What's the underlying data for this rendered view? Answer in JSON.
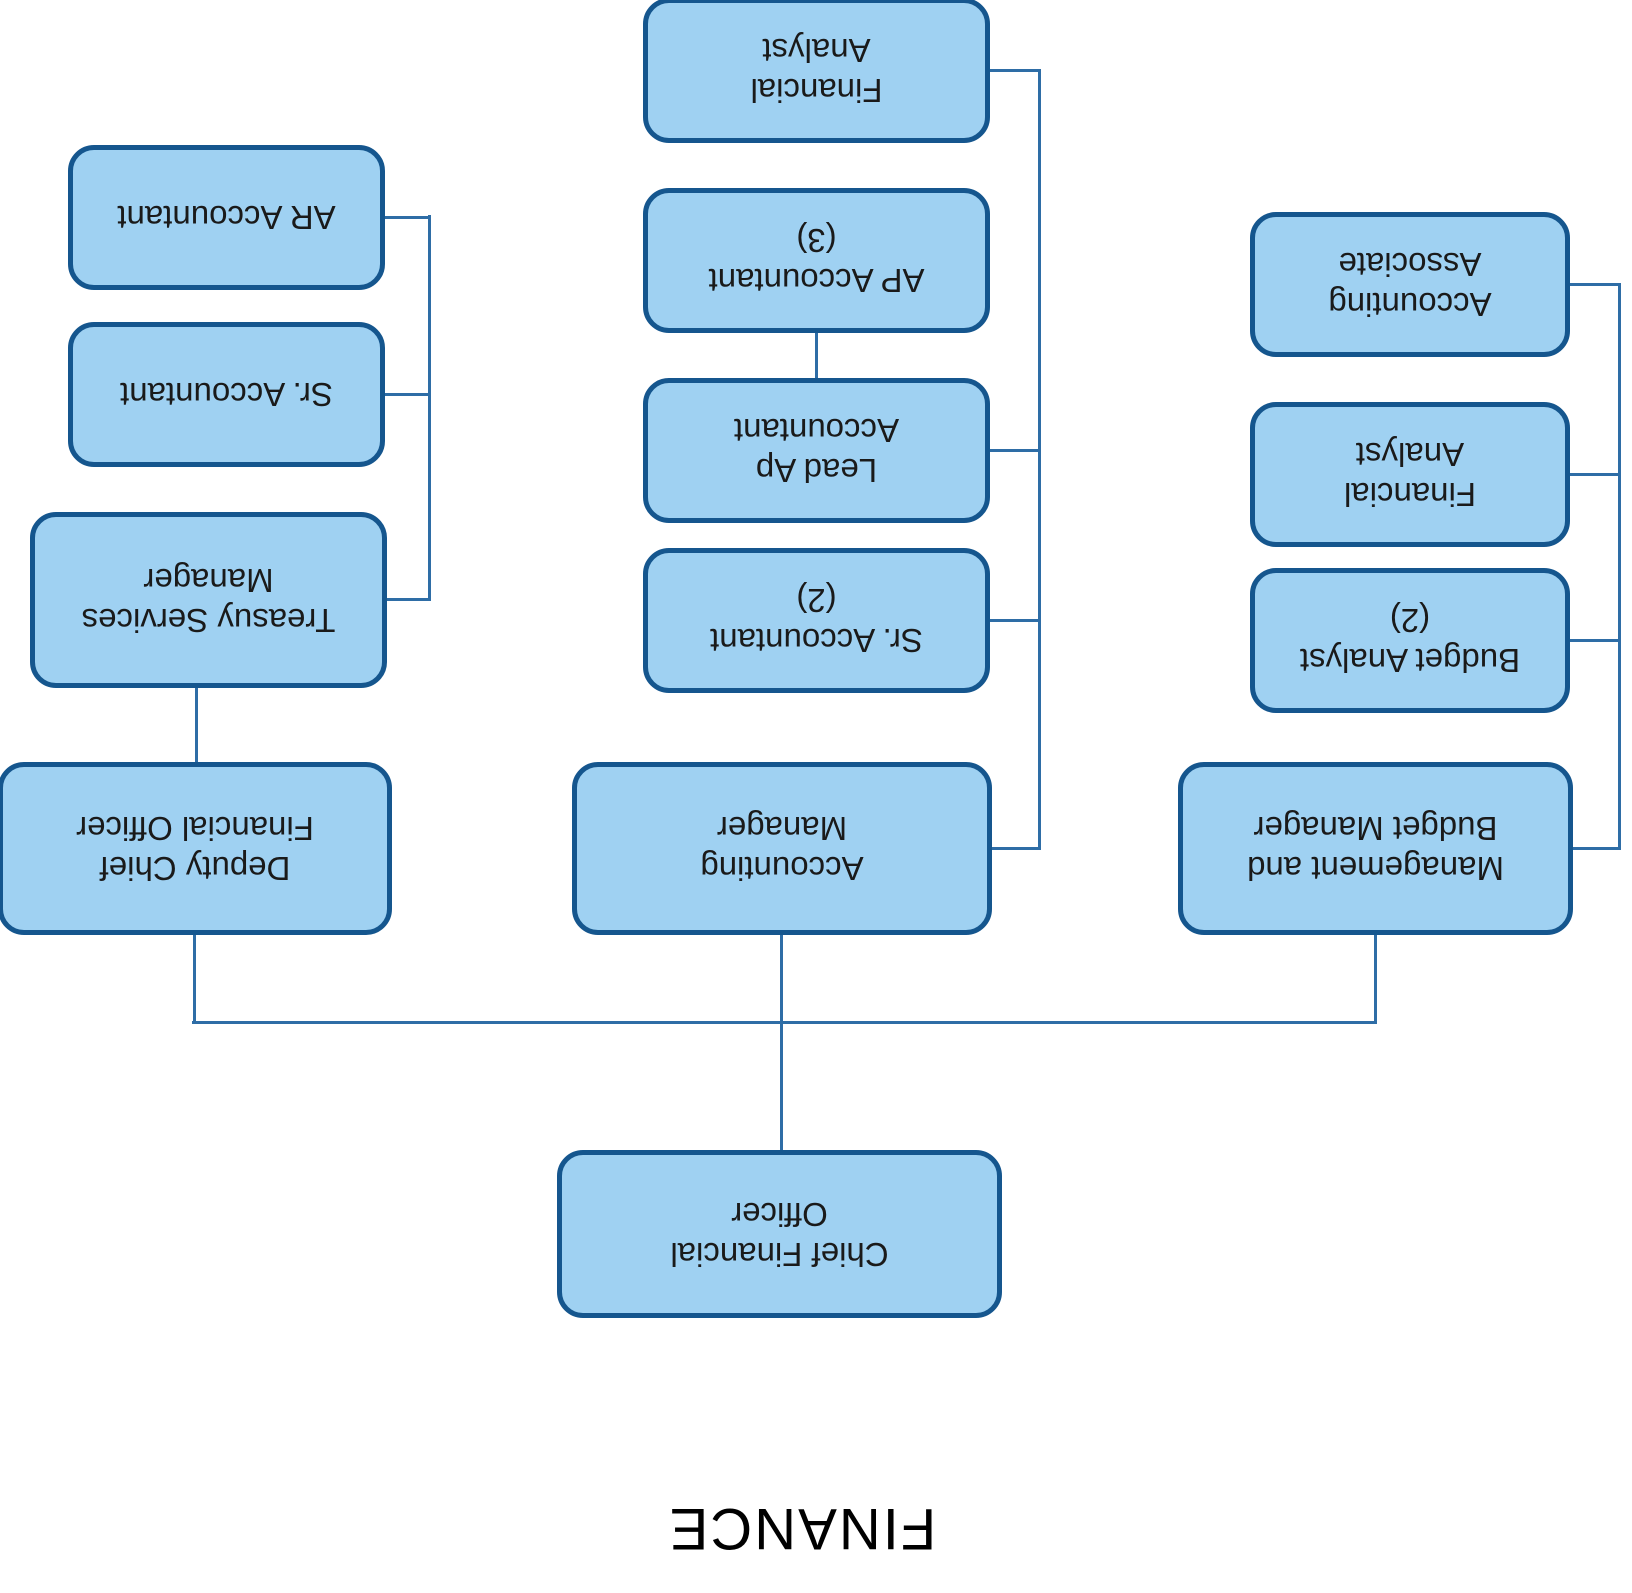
{
  "page_title": "FINANCE",
  "colors": {
    "background": "#FFFFFF",
    "box_fill": "#9FD1F2",
    "box_border": "#15568E",
    "connector": "#2E6DA6",
    "text": "#1A1A1A",
    "title_text": "#000000"
  },
  "org": {
    "root": {
      "line1": "Chief Financial",
      "line2": "Officer"
    },
    "branches": {
      "management_budget": {
        "manager": {
          "line1": "Management and",
          "line2": "Budget Manager"
        },
        "reports": [
          {
            "line1": "Budget Analyst",
            "line2": "(2)"
          },
          {
            "line1": "Financial",
            "line2": "Analyst"
          },
          {
            "line1": "Accounting",
            "line2": "Associate"
          }
        ]
      },
      "accounting": {
        "manager": {
          "line1": "Accounting",
          "line2": "Manager"
        },
        "reports": [
          {
            "line1": "Sr. Accountant",
            "line2": "(2)"
          },
          {
            "line1": "Lead Ap",
            "line2": "Accountant"
          },
          {
            "line1": "AP Accountant",
            "line2": "(3)"
          },
          {
            "line1": "Financial",
            "line2": "Analyst"
          }
        ]
      },
      "deputy_cfo": {
        "manager": {
          "line1": "Deputy Chief",
          "line2": "Financial Officer"
        },
        "treasury": {
          "line1": "Treasuy Services",
          "line2": "Manager"
        },
        "treasury_reports": [
          {
            "line1": "Sr. Accountant",
            "line2": ""
          },
          {
            "line1": "AR Accountant",
            "line2": ""
          }
        ]
      }
    }
  }
}
